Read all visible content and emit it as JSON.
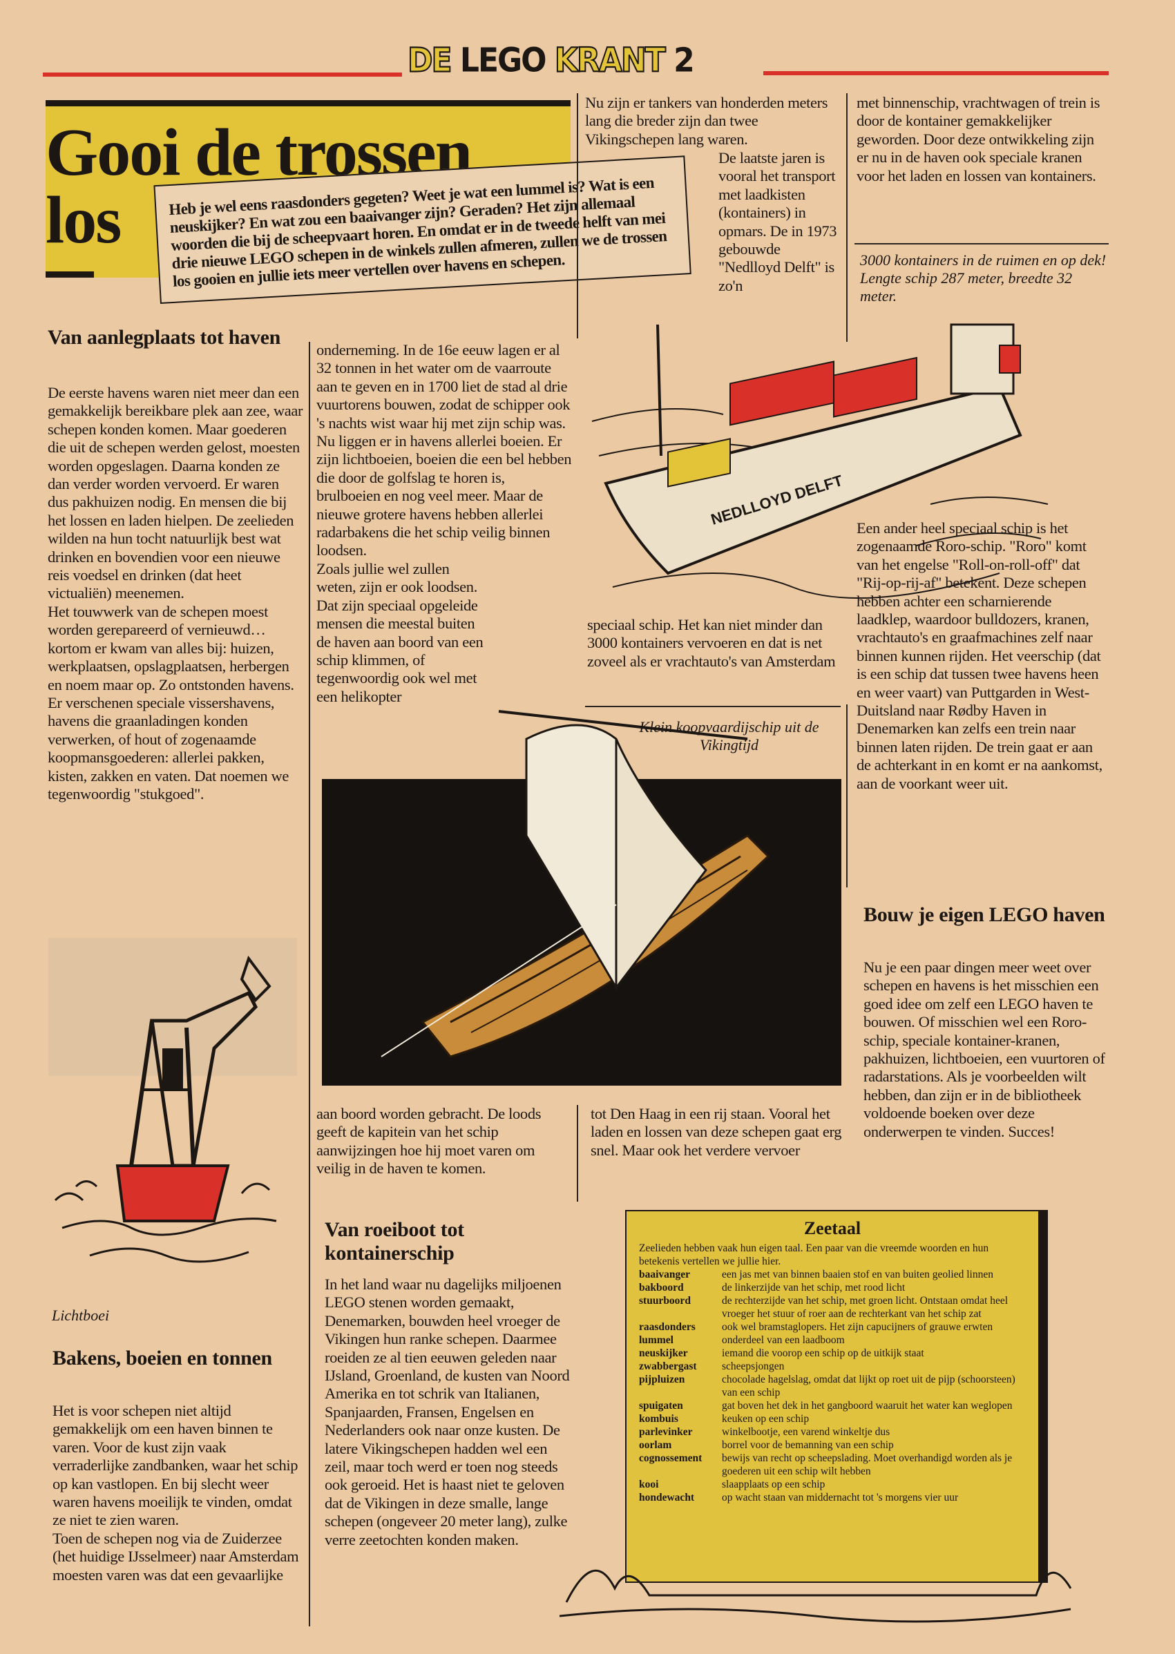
{
  "masthead": {
    "word1": "DE",
    "word2": "LEGO",
    "word3": "KRANT",
    "page_number": "2"
  },
  "colors": {
    "paper": "#eac9a3",
    "yellow": "#e3c438",
    "red": "#d9302a",
    "ink": "#1d1714"
  },
  "headline": {
    "line1": "Gooi de trossen",
    "line2": "los"
  },
  "intro": "Heb je wel eens raasdonders gegeten? Weet je wat een lummel is? Wat is een neuskijker? En wat zou een baaivanger zijn? Geraden? Het zijn allemaal woorden die bij de scheepvaart horen. En omdat er in de tweede helft van mei drie nieuwe LEGO schepen in de winkels zullen afmeren, zullen we de trossen los gooien en jullie iets meer vertellen over havens en schepen.",
  "section1": {
    "heading": "Van aanlegplaats tot haven",
    "paragraphs": [
      "De eerste havens waren niet meer dan een gemakkelijk bereikbare plek aan zee, waar schepen konden komen. Maar goederen die uit de schepen werden gelost, moesten worden opgeslagen. Daarna konden ze dan verder worden vervoerd. Er waren dus pakhuizen nodig. En mensen die bij het lossen en laden hielpen. De zeelieden wilden na hun tocht natuurlijk best wat drinken en bovendien voor een nieuwe reis voedsel en drinken (dat heet victualiën) meenemen.",
      "Het touwwerk van de schepen moest worden gerepareerd of vernieuwd… kortom er kwam van alles bij: huizen, werkplaatsen, opslagplaatsen, herbergen en noem maar op. Zo ontstonden havens.",
      "Er verschenen speciale vissershavens, havens die graanladingen konden verwerken, of hout of zogenaamde koopmansgoederen: allerlei pakken, kisten, zakken en vaten. Dat noemen we tegenwoordig \"stukgoed\"."
    ]
  },
  "buoy_caption": "Lichtboei",
  "section2": {
    "heading": "Bakens, boeien en tonnen",
    "paragraphs": [
      "Het is voor schepen niet altijd gemakkelijk om een haven binnen te varen. Voor de kust zijn vaak verraderlijke zandbanken, waar het schip op kan vastlopen. En bij slecht weer waren havens moeilijk te vinden, omdat ze niet te zien waren.",
      "Toen de schepen nog via de Zuiderzee (het huidige IJsselmeer) naar Amsterdam moesten varen was dat een gevaarlijke"
    ]
  },
  "col2": {
    "paragraphs": [
      "onderneming. In de 16e eeuw lagen er al 32 tonnen in het water om de vaarroute aan te geven en in 1700 liet de stad al drie vuurtorens bouwen, zodat de schipper ook 's nachts wist waar hij met zijn schip was. Nu liggen er in havens allerlei boeien. Er zijn lichtboeien, boeien die een bel hebben die door de golfslag te horen is, brulboeien en nog veel meer. Maar de nieuwe grotere havens hebben allerlei radarbakens die het schip veilig binnen loodsen.",
      "Zoals jullie wel zullen weten, zijn er ook loodsen. Dat zijn speciaal opgeleide mensen die meestal buiten de haven aan boord van een schip klimmen, of tegenwoordig ook wel met een helikopter"
    ],
    "continued": "aan boord worden gebracht. De loods geeft de kapitein van het schip aanwijzingen hoe hij moet varen om veilig in de haven te komen."
  },
  "section3": {
    "heading": "Van roeiboot tot kontainerschip",
    "paragraphs": [
      "In het land waar nu dagelijks miljoenen LEGO stenen worden gemaakt, Denemarken, bouwden heel vroeger de Vikingen hun ranke schepen. Daarmee roeiden ze al tien eeuwen geleden naar IJsland, Groenland, de kusten van Noord Amerika en tot schrik van Italianen, Spanjaarden, Fransen, Engelsen en Nederlanders ook naar onze kusten. De latere Vikingschepen hadden wel een zeil, maar toch werd er toen nog steeds ook geroeid. Het is haast niet te geloven dat de Vikingen in deze smalle, lange schepen (ongeveer 20 meter lang), zulke verre zeetochten konden maken."
    ]
  },
  "col3": {
    "top": "Nu zijn er tankers van honderden meters lang die breder zijn dan twee Vikingschepen lang waren.",
    "narrow": "De laatste jaren is vooral het transport met laadkisten (kontainers) in opmars. De in 1973 gebouwde \"Nedlloyd Delft\" is zo'n",
    "middle": "speciaal schip. Het kan niet minder dan 3000 kontainers vervoeren en dat is net zoveel als er vrachtauto's van Amsterdam",
    "viking_caption": "Klein koopvaardijschip uit de Vikingtijd",
    "bottom": "tot Den Haag in een rij staan. Vooral het laden en lossen van deze schepen gaat erg snel. Maar ook het verdere vervoer"
  },
  "ship_hull_lettering": "NEDLLOYD DELFT",
  "col4": {
    "top": "met binnenschip, vrachtwagen of trein is door de kontainer gemakkelijker geworden. Door deze ontwikkeling zijn er nu in de haven ook speciale kranen voor het laden en lossen van kontainers.",
    "ship_caption": "3000 kontainers in de ruimen en op dek! Lengte schip 287 meter, breedte 32 meter.",
    "roro": "Een ander heel speciaal schip is het zogenaamde Roro-schip. \"Roro\" komt van het engelse \"Roll-on-roll-off\" dat \"Rij-op-rij-af\" betekent. Deze schepen hebben achter een scharnierende laadklep, waardoor bulldozers, kranen, vrachtauto's en graafmachines zelf naar binnen kunnen rijden. Het veerschip (dat is een schip dat tussen twee havens heen en weer vaart) van Puttgarden in West-Duitsland naar Rødby Haven in Denemarken kan zelfs een trein naar binnen laten rijden. De trein gaat er aan de achterkant in en komt er na aankomst, aan de voorkant weer uit."
  },
  "section4": {
    "heading": "Bouw je eigen LEGO haven",
    "paragraphs": [
      "Nu je een paar dingen meer weet over schepen en havens is het misschien een goed idee om zelf een LEGO haven te bouwen. Of misschien wel een Roro-schip, speciale kontainer-kranen, pakhuizen, lichtboeien, een vuurtoren of radarstations. Als je voorbeelden wilt hebben, dan zijn er in de bibliotheek voldoende boeken over deze onderwerpen te vinden. Succes!"
    ]
  },
  "zeetaal": {
    "title": "Zeetaal",
    "intro": "Zeelieden hebben vaak hun eigen taal. Een paar van die vreemde woorden en hun betekenis vertellen we jullie hier.",
    "entries": [
      {
        "term": "baaivanger",
        "definition": "een jas met van binnen baaien stof en van buiten geolied linnen"
      },
      {
        "term": "bakboord",
        "definition": "de linkerzijde van het schip, met rood licht"
      },
      {
        "term": "stuurboord",
        "definition": "de rechterzijde van het schip, met groen licht. Ontstaan omdat heel vroeger het stuur of roer aan de rechterkant van het schip zat"
      },
      {
        "term": "raasdonders",
        "definition": "ook wel bramstaglopers. Het zijn capucijners of grauwe erwten"
      },
      {
        "term": "lummel",
        "definition": "onderdeel van een laadboom"
      },
      {
        "term": "neuskijker",
        "definition": "iemand die voorop een schip op de uitkijk staat"
      },
      {
        "term": "zwabbergast",
        "definition": "scheepsjongen"
      },
      {
        "term": "pijpluizen",
        "definition": "chocolade hagelslag, omdat dat lijkt op roet uit de pijp (schoorsteen) van een schip"
      },
      {
        "term": "spuigaten",
        "definition": "gat boven het dek in het gangboord waaruit het water kan weglopen"
      },
      {
        "term": "kombuis",
        "definition": "keuken op een schip"
      },
      {
        "term": "parlevinker",
        "definition": "winkelbootje, een varend winkeltje dus"
      },
      {
        "term": "oorlam",
        "definition": "borrel voor de bemanning van een schip"
      },
      {
        "term": "cognossement",
        "definition": "bewijs van recht op scheepslading. Moet overhandigd worden als je goederen uit een schip wilt hebben"
      },
      {
        "term": "kooi",
        "definition": "slaapplaats op een schip"
      },
      {
        "term": "hondewacht",
        "definition": "op wacht staan van middernacht tot 's morgens vier uur"
      }
    ]
  }
}
